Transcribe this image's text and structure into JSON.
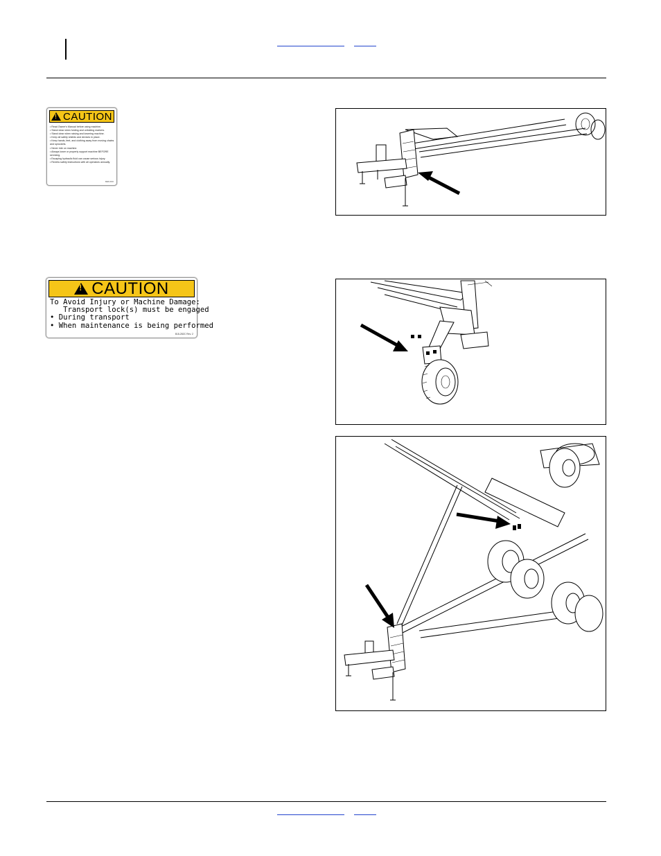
{
  "decal_small": {
    "heading": "CAUTION",
    "items": [
      "• Read Owner's Manual before using machine.",
      "• Stand clear when folding and unfolding markers.",
      "• Stand clear when raising and lowering machine.",
      "• Keep all safety shields and devices in place.",
      "• Keep hands, feet, and clothing away from moving chains and sprockets.",
      "• Never ride on machine.",
      "• Always lower or properly support machine BEFORE servicing.",
      "• Escaping hydraulic fluid can cause serious injury.",
      "• Review safety instructions with all operators annually."
    ],
    "code": "818-XXX"
  },
  "decal_large": {
    "heading": "CAUTION",
    "lines": [
      "To Avoid Injury or Machine Damage:",
      "   Transport lock(s) must be engaged",
      "• During transport",
      "• When maintenance is being performed"
    ],
    "code": "818-282C Rev. 2"
  },
  "colors": {
    "caution_yellow": "#f5c518",
    "link_blue": "#2244cc"
  },
  "figures": [
    {
      "name": "figure-hitch-jack-decal"
    },
    {
      "name": "figure-marker-wheel-decal"
    },
    {
      "name": "figure-full-machine-decals"
    }
  ]
}
